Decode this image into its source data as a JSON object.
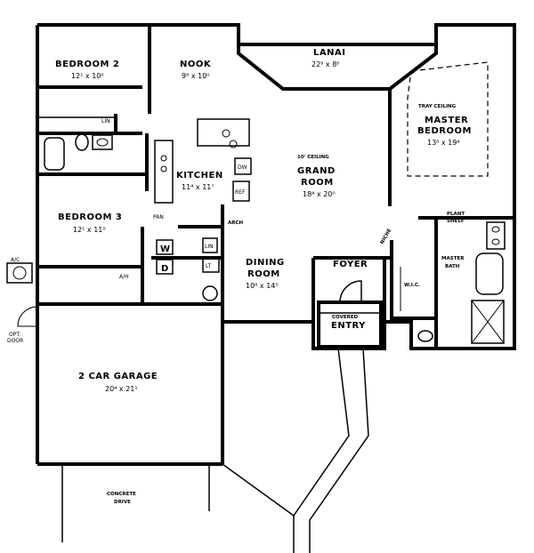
{
  "rooms": {
    "bedroom2": {
      "name": "BEDROOM 2",
      "dim": "12¹ x 10⁰"
    },
    "nook": {
      "name": "NOOK",
      "dim": "9⁸ x 10⁰"
    },
    "lanai": {
      "name": "LANAI",
      "dim": "22⁹ x 8⁰"
    },
    "tray": {
      "note": "TRAY CEILING"
    },
    "master": {
      "name1": "MASTER",
      "name2": "BEDROOM",
      "dim": "13⁸ x 19⁴"
    },
    "kitchen": {
      "name": "KITCHEN",
      "dim": "11⁴ x 11⁷"
    },
    "grand": {
      "note": "10' CEILING",
      "name1": "GRAND",
      "name2": "ROOM",
      "dim": "18⁴ x 20⁰"
    },
    "bedroom3": {
      "name": "BEDROOM 3",
      "dim": "12¹ x 11⁰"
    },
    "dining": {
      "name1": "DINING",
      "name2": "ROOM",
      "dim": "10⁸ x 14⁰"
    },
    "foyer": {
      "name": "FOYER"
    },
    "entry": {
      "name1": "COVERED",
      "name2": "ENTRY"
    },
    "wic": {
      "name": "W.I.C."
    },
    "mbath": {
      "name1": "MASTER",
      "name2": "BATH"
    },
    "plant": {
      "name1": "PLANT",
      "name2": "SHELF"
    },
    "garage": {
      "name": "2 CAR GARAGE",
      "dim": "20⁴ x 21¹"
    },
    "drive": {
      "name1": "CONCRETE",
      "name2": "DRIVE"
    }
  },
  "fixtures": {
    "arch": "ARCH",
    "niche": "NICHE",
    "lin": "LIN",
    "lin2": "LIN",
    "ah": "A/H",
    "dw": "DW",
    "ref": "REF",
    "pan": "PAN",
    "w": "W",
    "d": "D",
    "lt": "LT",
    "ac": "A/C",
    "opt_door1": "OPT.",
    "opt_door2": "DOOR",
    "tub": "TUB"
  }
}
